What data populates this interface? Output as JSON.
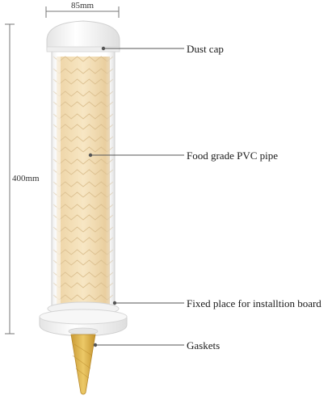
{
  "dimensions": {
    "width_label": "85mm",
    "height_label": "400mm"
  },
  "callouts": {
    "dust_cap": "Dust cap",
    "pvc_pipe": "Food grade PVC pipe",
    "fixed_place": "Fixed place for installtion board",
    "gaskets": "Gaskets"
  },
  "colors": {
    "cone": "#f1d9a6",
    "cone_edge": "#d6b57c",
    "tip": "#e0b84a",
    "cap": "#f5f5f5",
    "line": "#555555"
  }
}
